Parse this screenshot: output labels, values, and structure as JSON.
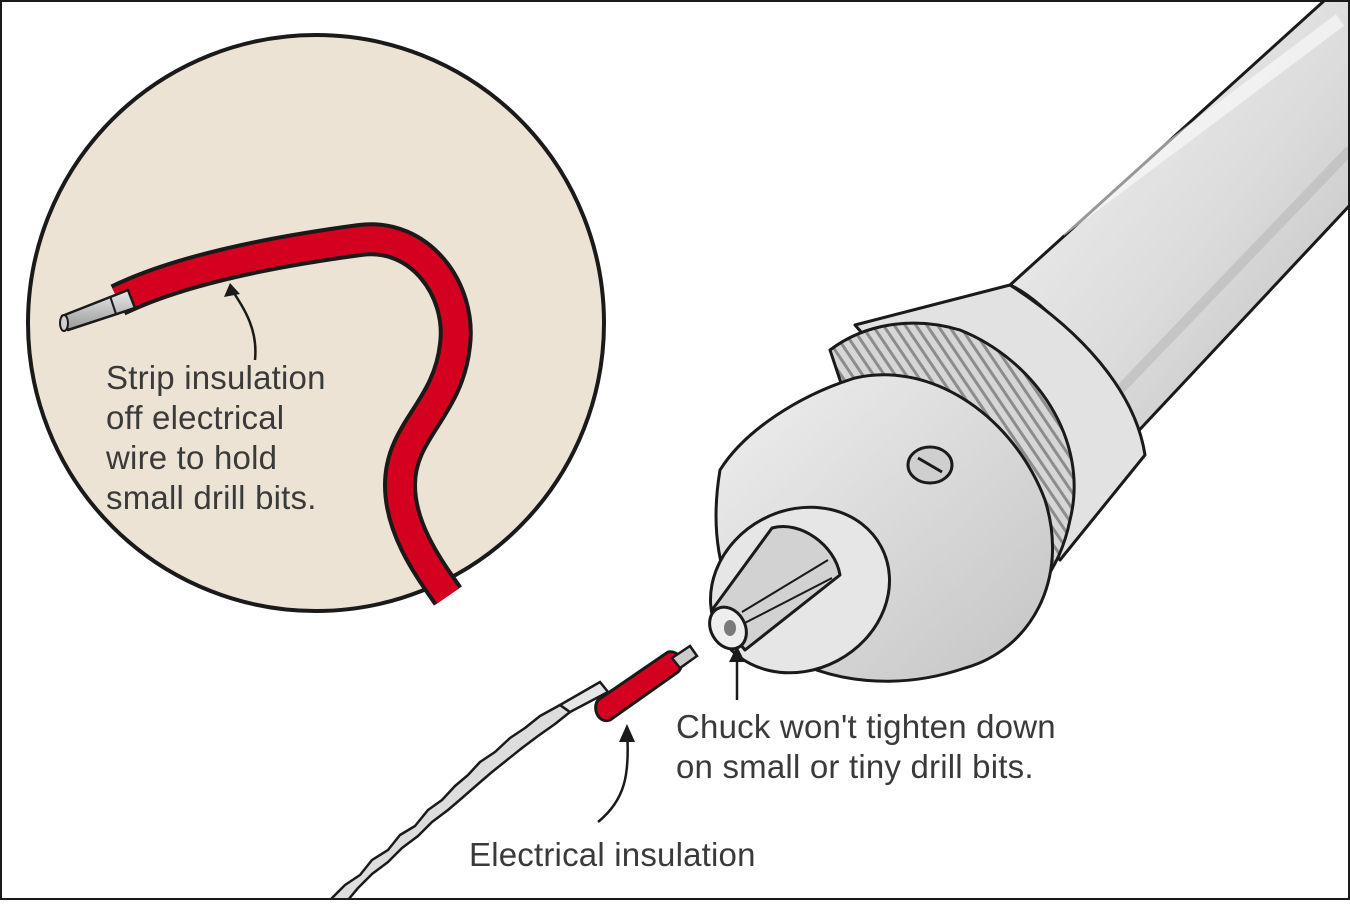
{
  "callouts": {
    "strip_insulation": {
      "lines": [
        "Strip insulation",
        "off electrical",
        "wire to hold",
        "small drill bits."
      ]
    },
    "chuck": {
      "lines": [
        "Chuck won't tighten down",
        "on small or tiny drill bits."
      ]
    },
    "insulation": {
      "text": "Electrical insulation"
    }
  },
  "colors": {
    "inset_fill": "#ece3d5",
    "wire_red": "#d4001f",
    "outline": "#1a1a1a",
    "tool_light": "#e9e9e9",
    "tool_mid": "#c9c9c9",
    "tool_shadow": "#a8a8a8",
    "text": "#3a3a3a"
  },
  "icons": [
    "magnifier-inset",
    "drill-chuck",
    "drill-bit",
    "insulation-sleeve"
  ]
}
